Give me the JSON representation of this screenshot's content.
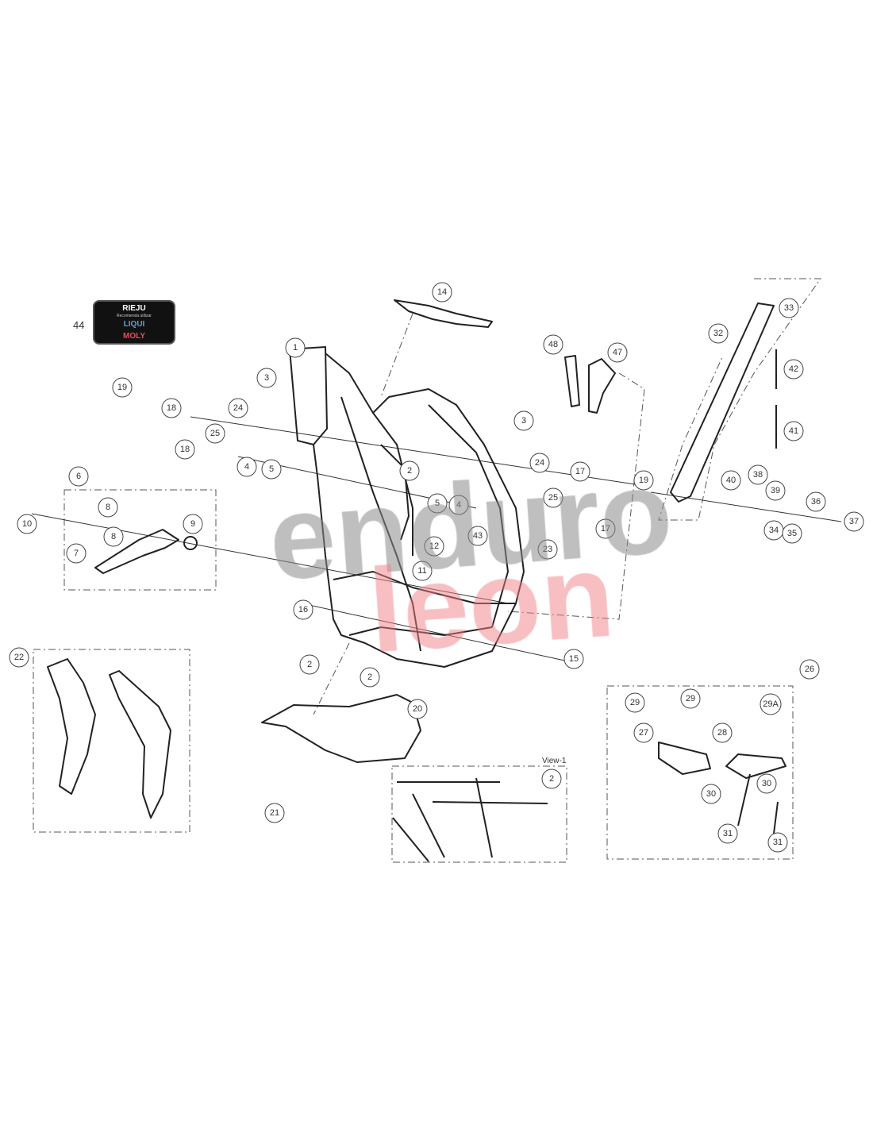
{
  "diagram": {
    "title_label": "View-1",
    "logo_item_number": "44",
    "logo": {
      "brand": "RIEJU",
      "tagline": "Recomienda utilizar",
      "oil_line1": "LIQUI",
      "oil_line2": "MOLY"
    },
    "watermark": {
      "word1": "enduro",
      "word2": "leon",
      "gray": "#8a8a8a",
      "pink": "#f07f86"
    },
    "callouts": [
      "14",
      "1",
      "3",
      "19",
      "18",
      "24",
      "25",
      "18",
      "4",
      "5",
      "6",
      "8",
      "10",
      "9",
      "8",
      "7",
      "48",
      "47",
      "33",
      "32",
      "42",
      "41",
      "3",
      "2",
      "24",
      "17",
      "25",
      "5",
      "4",
      "19",
      "40",
      "38",
      "39",
      "36",
      "37",
      "34",
      "35",
      "43",
      "12",
      "17",
      "23",
      "11",
      "16",
      "2",
      "15",
      "2",
      "22",
      "26",
      "20",
      "29",
      "29",
      "29A",
      "27",
      "28",
      "2",
      "30",
      "30",
      "31",
      "31",
      "21"
    ]
  }
}
